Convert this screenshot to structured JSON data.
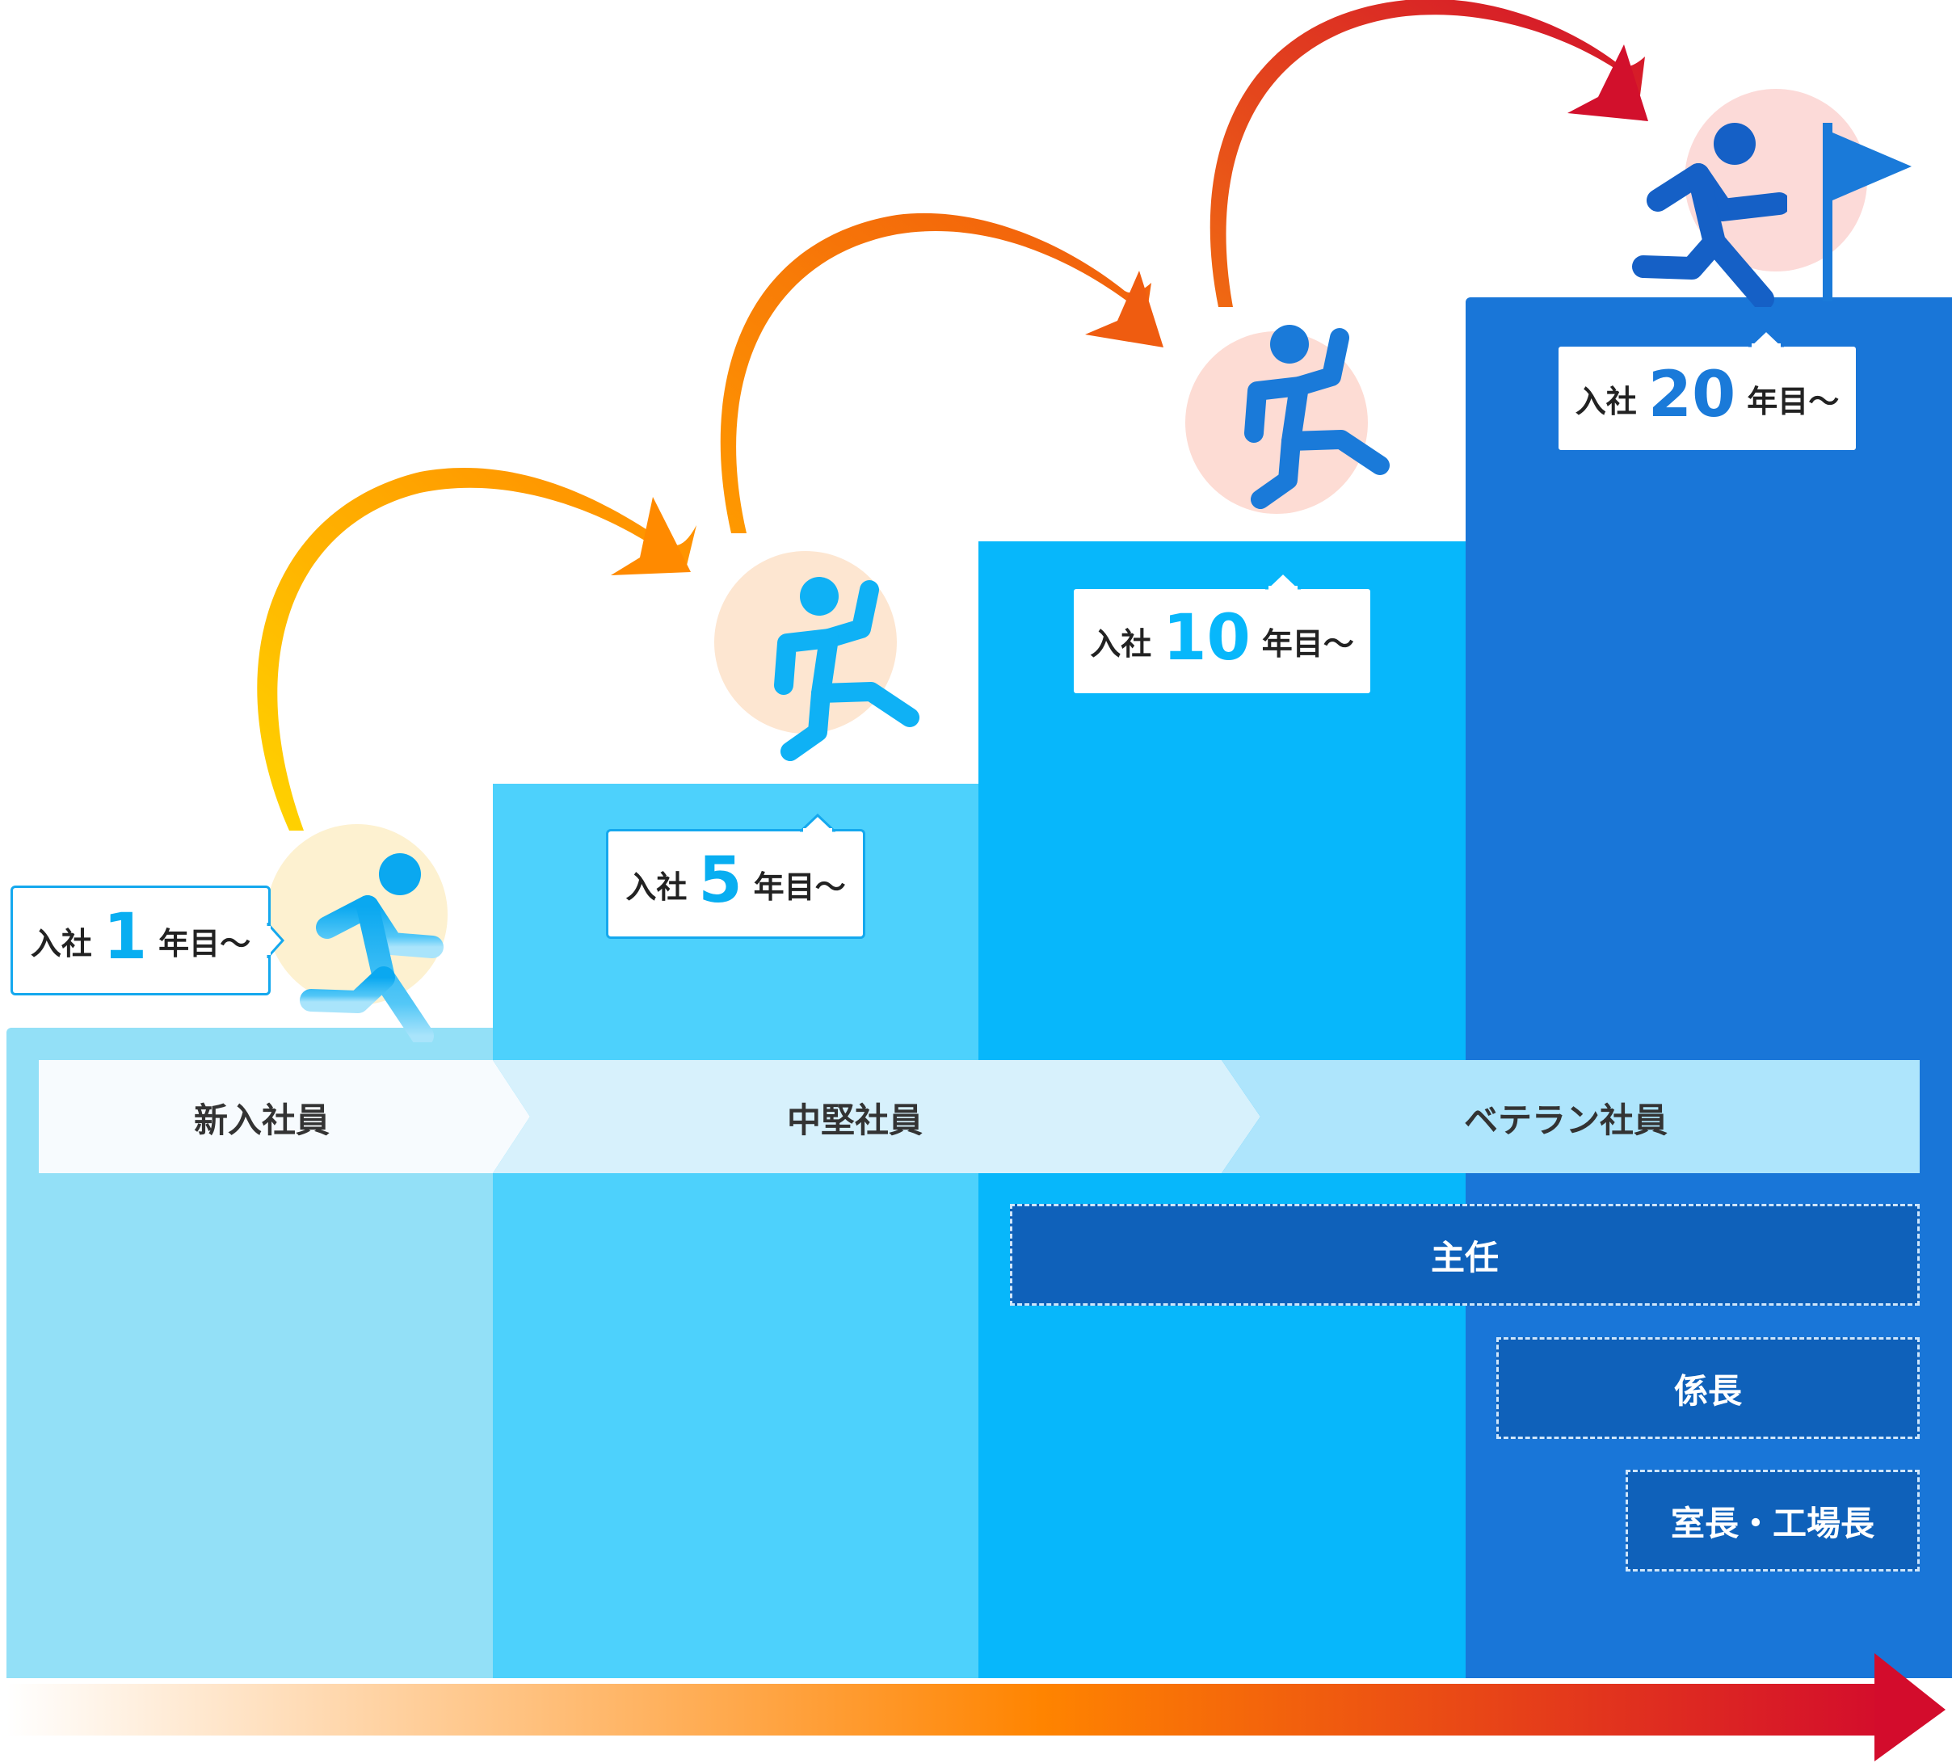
{
  "milestones": [
    {
      "prefix": "入社",
      "number": "1",
      "suffix": "年目〜"
    },
    {
      "prefix": "入社",
      "number": "5",
      "suffix": "年目〜"
    },
    {
      "prefix": "入社",
      "number": "10",
      "suffix": "年目〜"
    },
    {
      "prefix": "入社",
      "number": "20",
      "suffix": "年目〜"
    }
  ],
  "stages": [
    "新入社員",
    "中堅社員",
    "ベテラン社員"
  ],
  "roles": [
    "主任",
    "係長",
    "室長・工場長"
  ],
  "colors": {
    "step1": "#93e0f7",
    "step2": "#4dd1fc",
    "step3": "#07b7fb",
    "step4": "#1976d8",
    "role": "#0f61ba",
    "arrow_start": "#ffc000",
    "arrow_mid": "#ff8400",
    "arrow_end": "#d0102a"
  },
  "icons": {
    "figure1": "running-person-icon",
    "figure2": "jumping-person-icon",
    "figure3": "jumping-person-icon",
    "figure4": "running-person-icon",
    "goal": "flag-icon"
  }
}
